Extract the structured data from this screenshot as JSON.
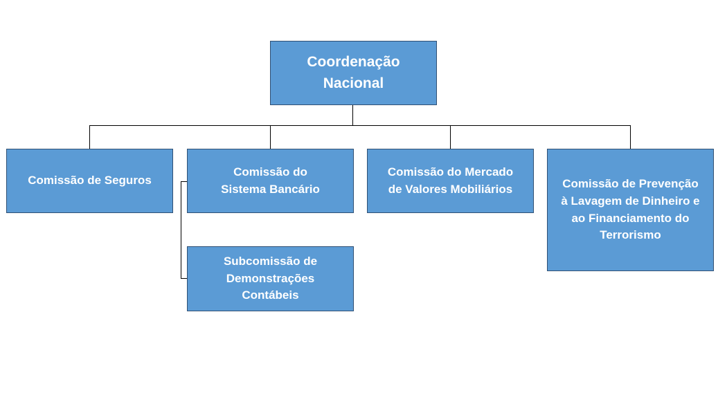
{
  "org_chart": {
    "root": {
      "label": "Coordenação\nNacional"
    },
    "children": [
      {
        "label": "Comissão de Seguros"
      },
      {
        "label": "Comissão do\nSistema Bancário"
      },
      {
        "label": "Comissão do Mercado\nde Valores Mobiliários"
      },
      {
        "label": "Comissão de Prevenção\nà Lavagem de Dinheiro e\nao Financiamento do\nTerrorismo"
      }
    ],
    "sub": {
      "label": "Subcomissão de\nDemonstrações\nContábeis"
    }
  },
  "colors": {
    "box_fill": "#5b9bd5",
    "box_border": "#2f4f73",
    "connector": "#000000",
    "text": "#ffffff"
  }
}
